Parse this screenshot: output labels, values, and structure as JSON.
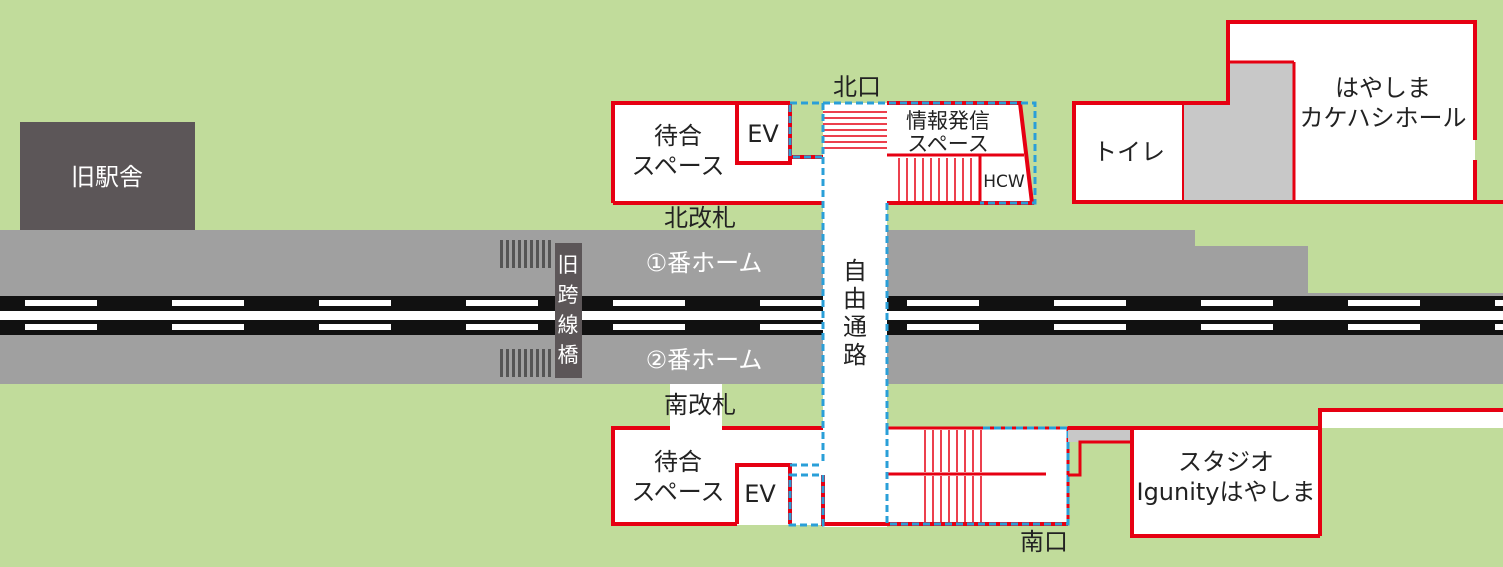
{
  "colors": {
    "ground": "#c1dc9b",
    "platform": "#a0a0a0",
    "old_station": "#5c5658",
    "wall": "#e60012",
    "dashed_outline": "#2a9fd8",
    "stairs": "#e60012",
    "track": "#111111",
    "gray_area": "#c8c8c8"
  },
  "labels": {
    "old_station": "旧駅舎",
    "platform_1": "①番ホーム",
    "platform_2": "②番ホーム",
    "old_bridge": [
      "旧",
      "跨",
      "線",
      "橋"
    ],
    "free_passage": [
      "自",
      "由",
      "通",
      "路"
    ],
    "north_gate": "北改札",
    "south_gate": "南改札",
    "north_exit": "北口",
    "south_exit": "南口",
    "waiting_north": [
      "待合",
      "スペース"
    ],
    "waiting_south": [
      "待合",
      "スペース"
    ],
    "ev_north": "EV",
    "ev_south": "EV",
    "info_space": [
      "情報発信",
      "スペース"
    ],
    "hcw": "HCW",
    "toilet": "トイレ",
    "hall": [
      "はやしま",
      "カケハシホール"
    ],
    "studio": [
      "スタジオ",
      "Igunityはやしま"
    ]
  }
}
